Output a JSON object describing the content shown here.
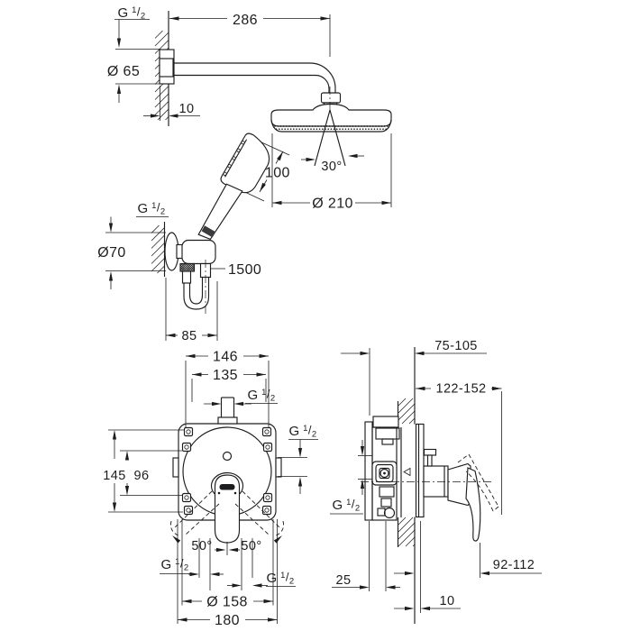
{
  "drawing": {
    "kind": "technical dimension drawing",
    "product": "concealed shower set with head shower, hand shower and single-lever mixer",
    "colors": {
      "line": "#1d1d1f",
      "background": "#ffffff"
    },
    "views": {
      "head_shower": {
        "name": "head shower with shower arm (side view)",
        "dims": {
          "arm_thread": "G 1/2",
          "arm_length": "286",
          "escutcheon_diameter": "Ø 65",
          "escutcheon_depth": "10",
          "hand_shower_diameter": "Ø 100",
          "spray_angle": "30°",
          "head_diameter": "Ø 210"
        }
      },
      "holder": {
        "name": "wall union with hand shower holder",
        "dims": {
          "union_thread": "G 1/2",
          "flange_diameter": "Ø70",
          "hose_length": "1500",
          "holder_projection": "85"
        }
      },
      "mixer_front": {
        "name": "concealed mixer front view",
        "dims": {
          "box_width_outer": "146",
          "box_width_inner": "135",
          "top_port_thread": "G 1/2",
          "side_port_thread": "G 1/2",
          "box_height": "145",
          "screw_spacing": "96",
          "lever_swing_left": "50°",
          "lever_swing_right": "50°",
          "bottom_left_thread": "G 1/2",
          "bottom_right_thread": "G 1/2",
          "trim_diameter": "Ø 158",
          "plate_width": "180"
        }
      },
      "mixer_side": {
        "name": "concealed mixer side view",
        "dims": {
          "rough_in_depth": "75-105",
          "installation_depth": "122-152",
          "side_port_thread": "G 1/2",
          "box_rear_depth": "25",
          "lever_projection": "92-112",
          "min_wall_cover": "10"
        }
      }
    }
  }
}
